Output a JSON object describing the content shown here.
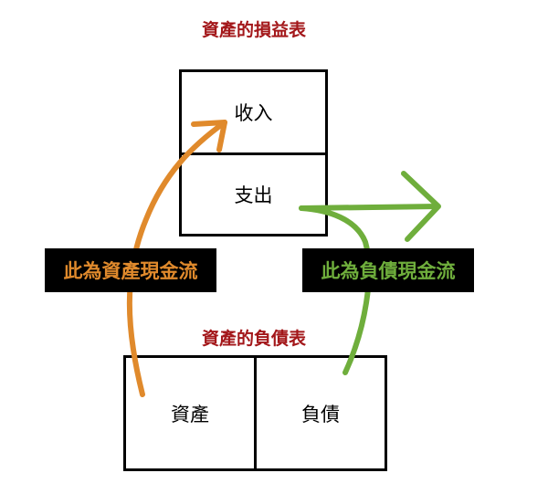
{
  "income_statement": {
    "title": "資產的損益表",
    "rows": [
      "收入",
      "支出"
    ]
  },
  "balance_sheet": {
    "title": "資產的負債表",
    "columns": [
      "資產",
      "負債"
    ]
  },
  "asset_cash_flow_label": "此為資產現金流",
  "liability_cash_flow_label": "此為負債現金流",
  "colors": {
    "title": "#a3171a",
    "asset_flow": "#e08a2c",
    "liability_flow": "#6fae3c"
  }
}
